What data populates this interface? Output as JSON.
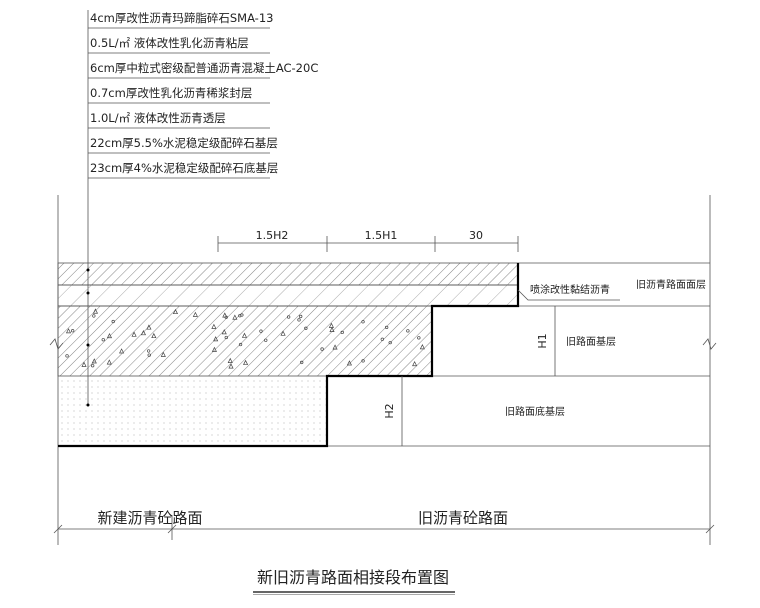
{
  "layer_callouts": [
    "4cm厚改性沥青玛蹄脂碎石SMA-13",
    "0.5L/㎡  液体改性乳化沥青粘层",
    "6cm厚中粒式密级配普通沥青混凝土AC-20C",
    "0.7cm厚改性乳化沥青稀浆封层",
    "1.0L/㎡  液体改性沥青透层",
    "22cm厚5.5%水泥稳定级配碎石基层",
    "23cm厚4%水泥稳定级配碎石底基层"
  ],
  "dimensions": {
    "top": [
      "1.5H2",
      "1.5H1",
      "30"
    ],
    "h1": "H1",
    "h2": "H2"
  },
  "labels": {
    "bond_coat": "喷涂改性黏结沥青",
    "old_surface": "旧沥青路面面层",
    "old_base": "旧路面基层",
    "old_subbase": "旧路面底基层"
  },
  "zones": {
    "new": "新建沥青砼路面",
    "old": "旧沥青砼路面"
  },
  "title": "新旧沥青路面相接段布置图"
}
